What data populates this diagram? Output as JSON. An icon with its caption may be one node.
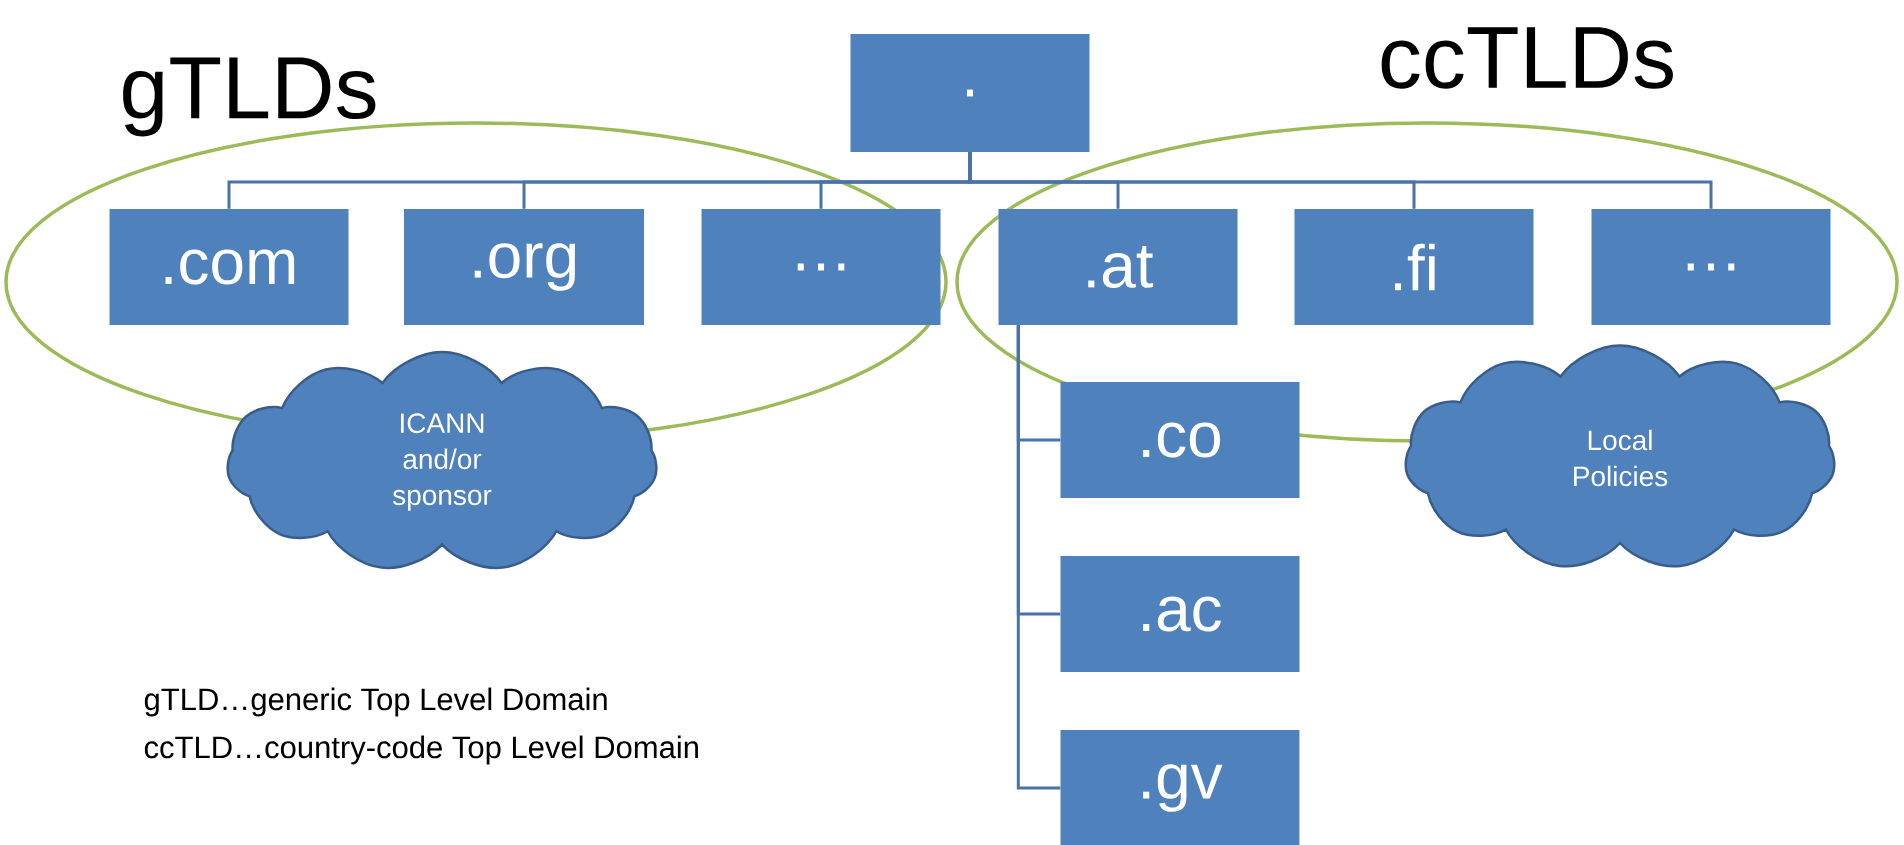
{
  "diagram": {
    "nodes": [
      {
        "text": [
          "gTLDs"
        ]
      },
      {
        "text": [
          "ccTLDs"
        ]
      },
      {
        "text": [
          "."
        ]
      },
      {
        "text": [
          ".com"
        ],
        "in": 0
      },
      {
        "text": [
          ".org"
        ],
        "in": 0
      },
      {
        "text": [
          "…"
        ],
        "in": 0
      },
      {
        "text": [
          ".at"
        ],
        "in": 1
      },
      {
        "text": [
          ".fi"
        ],
        "in": 1
      },
      {
        "text": [
          "…"
        ],
        "in": 1
      },
      {
        "text": [
          "ICANN and/or sponsor"
        ]
      },
      {
        "text": [
          "Local Policies"
        ]
      },
      {
        "text": [
          ".co"
        ]
      },
      {
        "text": [
          ".ac"
        ]
      },
      {
        "text": [
          ".gv"
        ]
      }
    ],
    "edges": [
      {
        "from": 2,
        "to": 3,
        "arrow": "none"
      },
      {
        "from": 2,
        "to": 4,
        "arrow": "none"
      },
      {
        "from": 2,
        "to": 5,
        "arrow": "none"
      },
      {
        "from": 2,
        "to": 6,
        "arrow": "none"
      },
      {
        "from": 2,
        "to": 7,
        "arrow": "none"
      },
      {
        "from": 2,
        "to": 8,
        "arrow": "none"
      },
      {
        "from": 6,
        "to": 11,
        "arrow": "none"
      },
      {
        "from": 6,
        "to": 12,
        "arrow": "none"
      },
      {
        "from": 6,
        "to": 13,
        "arrow": "none"
      }
    ],
    "labels": [
      "gTLD…generic Top Level Domain",
      "ccTLD…country-code Top Level Domain"
    ]
  }
}
